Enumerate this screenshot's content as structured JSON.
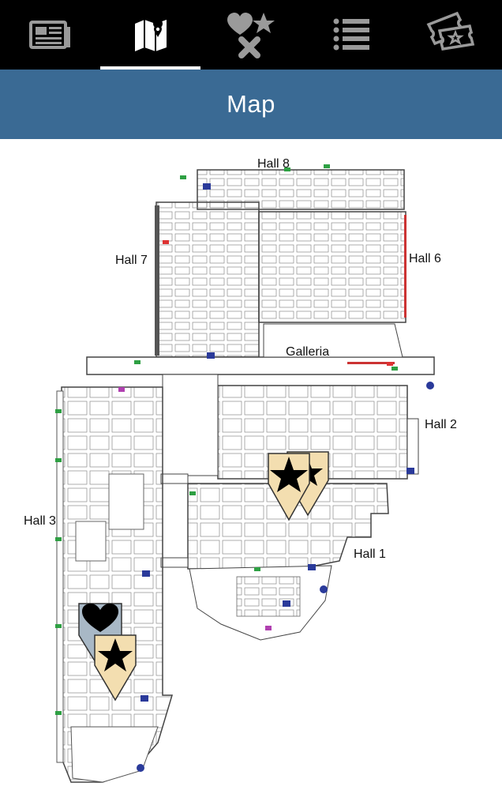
{
  "nav": {
    "tabs": [
      {
        "icon": "newspaper-icon",
        "active": false
      },
      {
        "icon": "map-pin-icon",
        "active": true
      },
      {
        "icon": "favorites-icon",
        "active": false
      },
      {
        "icon": "list-icon",
        "active": false
      },
      {
        "icon": "tickets-icon",
        "active": false
      }
    ],
    "active_color": "#ffffff",
    "icon_color": "#9a9a9a"
  },
  "header": {
    "title": "Map",
    "background": "#3a6a94"
  },
  "map": {
    "halls": [
      {
        "label": "Hall 8"
      },
      {
        "label": "Hall 7"
      },
      {
        "label": "Hall 6"
      },
      {
        "label": "Galleria"
      },
      {
        "label": "Hall 2"
      },
      {
        "label": "Hall 3"
      },
      {
        "label": "Hall 1"
      }
    ],
    "markers": [
      {
        "type": "star",
        "color": "#f3deb0"
      },
      {
        "type": "star",
        "color": "#f3deb0"
      },
      {
        "type": "heart",
        "color": "#a8b8c6"
      },
      {
        "type": "star",
        "color": "#f3deb0"
      }
    ]
  }
}
